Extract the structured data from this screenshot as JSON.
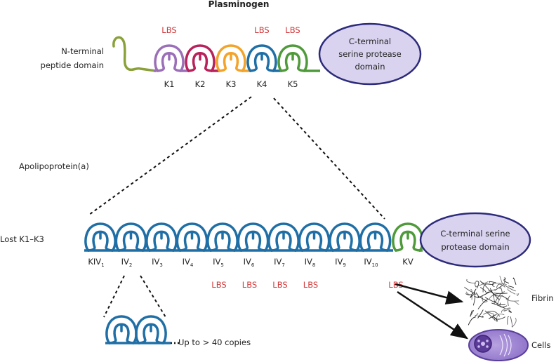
{
  "title": "Plasminogen",
  "plasminogen": {
    "n_terminal": [
      "N-terminal",
      "peptide domain"
    ],
    "kringles": [
      {
        "label": "K1",
        "color": "#9b6fb8",
        "lbs": true
      },
      {
        "label": "K2",
        "color": "#b8215a",
        "lbs": false
      },
      {
        "label": "K3",
        "color": "#f3a32a",
        "lbs": false
      },
      {
        "label": "K4",
        "color": "#1f6fa6",
        "lbs": true
      },
      {
        "label": "K5",
        "color": "#4f9a3a",
        "lbs": true
      }
    ],
    "protease": [
      "C-terminal",
      "serine protease",
      "domain"
    ]
  },
  "apolipoprotein_label": "Apolipoprotein(a)",
  "lost_label": "Lost K1–K3",
  "apo": {
    "kiv": [
      {
        "base": "KIV",
        "sub": "1",
        "lbs": false
      },
      {
        "base": "IV",
        "sub": "2",
        "lbs": false
      },
      {
        "base": "IV",
        "sub": "3",
        "lbs": false
      },
      {
        "base": "IV",
        "sub": "4",
        "lbs": false
      },
      {
        "base": "IV",
        "sub": "5",
        "lbs": true
      },
      {
        "base": "IV",
        "sub": "6",
        "lbs": true
      },
      {
        "base": "IV",
        "sub": "7",
        "lbs": true
      },
      {
        "base": "IV",
        "sub": "8",
        "lbs": true
      },
      {
        "base": "IV",
        "sub": "9",
        "lbs": false
      },
      {
        "base": "IV",
        "sub": "10",
        "lbs": false
      }
    ],
    "kv": {
      "label": "KV",
      "lbs": true
    },
    "protease": [
      "C-terminal serine",
      "protease domain"
    ]
  },
  "lbs_label": "LBS",
  "copies_label": "Up to > 40 copies",
  "targets": [
    "Fibrin",
    "Cells"
  ],
  "colors": {
    "kiv": "#1f6fa6",
    "kv": "#4f9a3a",
    "nterm": "#8aa13a",
    "oval_fill": "#d9d3ef",
    "oval_stroke": "#2c2a7a",
    "lbs": "#d0393b"
  }
}
